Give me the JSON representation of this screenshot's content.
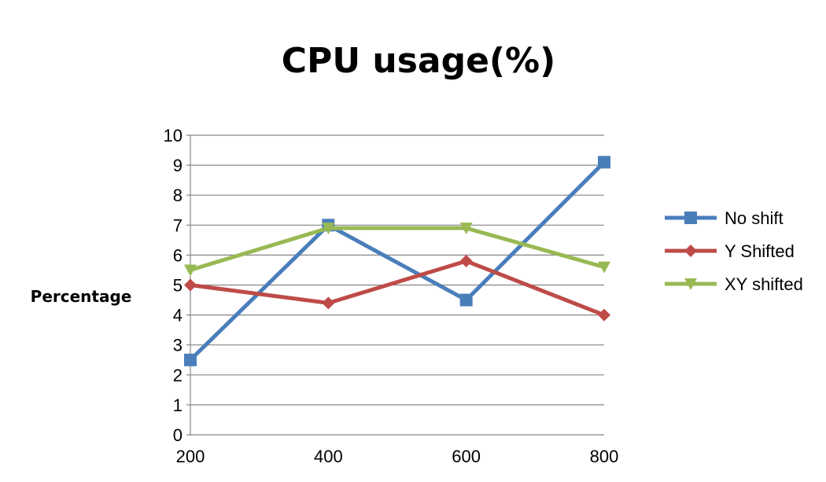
{
  "chart_data": {
    "type": "line",
    "title": "CPU usage(%)",
    "xlabel": "",
    "ylabel": "Percentage",
    "x": [
      200,
      400,
      600,
      800
    ],
    "x_tick_labels": [
      "200",
      "400",
      "600",
      "800"
    ],
    "ylim": [
      0,
      10
    ],
    "y_ticks": [
      0,
      1,
      2,
      3,
      4,
      5,
      6,
      7,
      8,
      9,
      10
    ],
    "grid": true,
    "legend_position": "right",
    "series": [
      {
        "name": "No shift",
        "color": "#4a7ebb",
        "marker": "square",
        "values": [
          2.5,
          7.0,
          4.5,
          9.1
        ]
      },
      {
        "name": "Y Shifted",
        "color": "#be4b48",
        "marker": "diamond",
        "values": [
          5.0,
          4.4,
          5.8,
          4.0
        ]
      },
      {
        "name": "XY shifted",
        "color": "#98b954",
        "marker": "triangle-down",
        "values": [
          5.5,
          6.9,
          6.9,
          5.6
        ]
      }
    ]
  }
}
